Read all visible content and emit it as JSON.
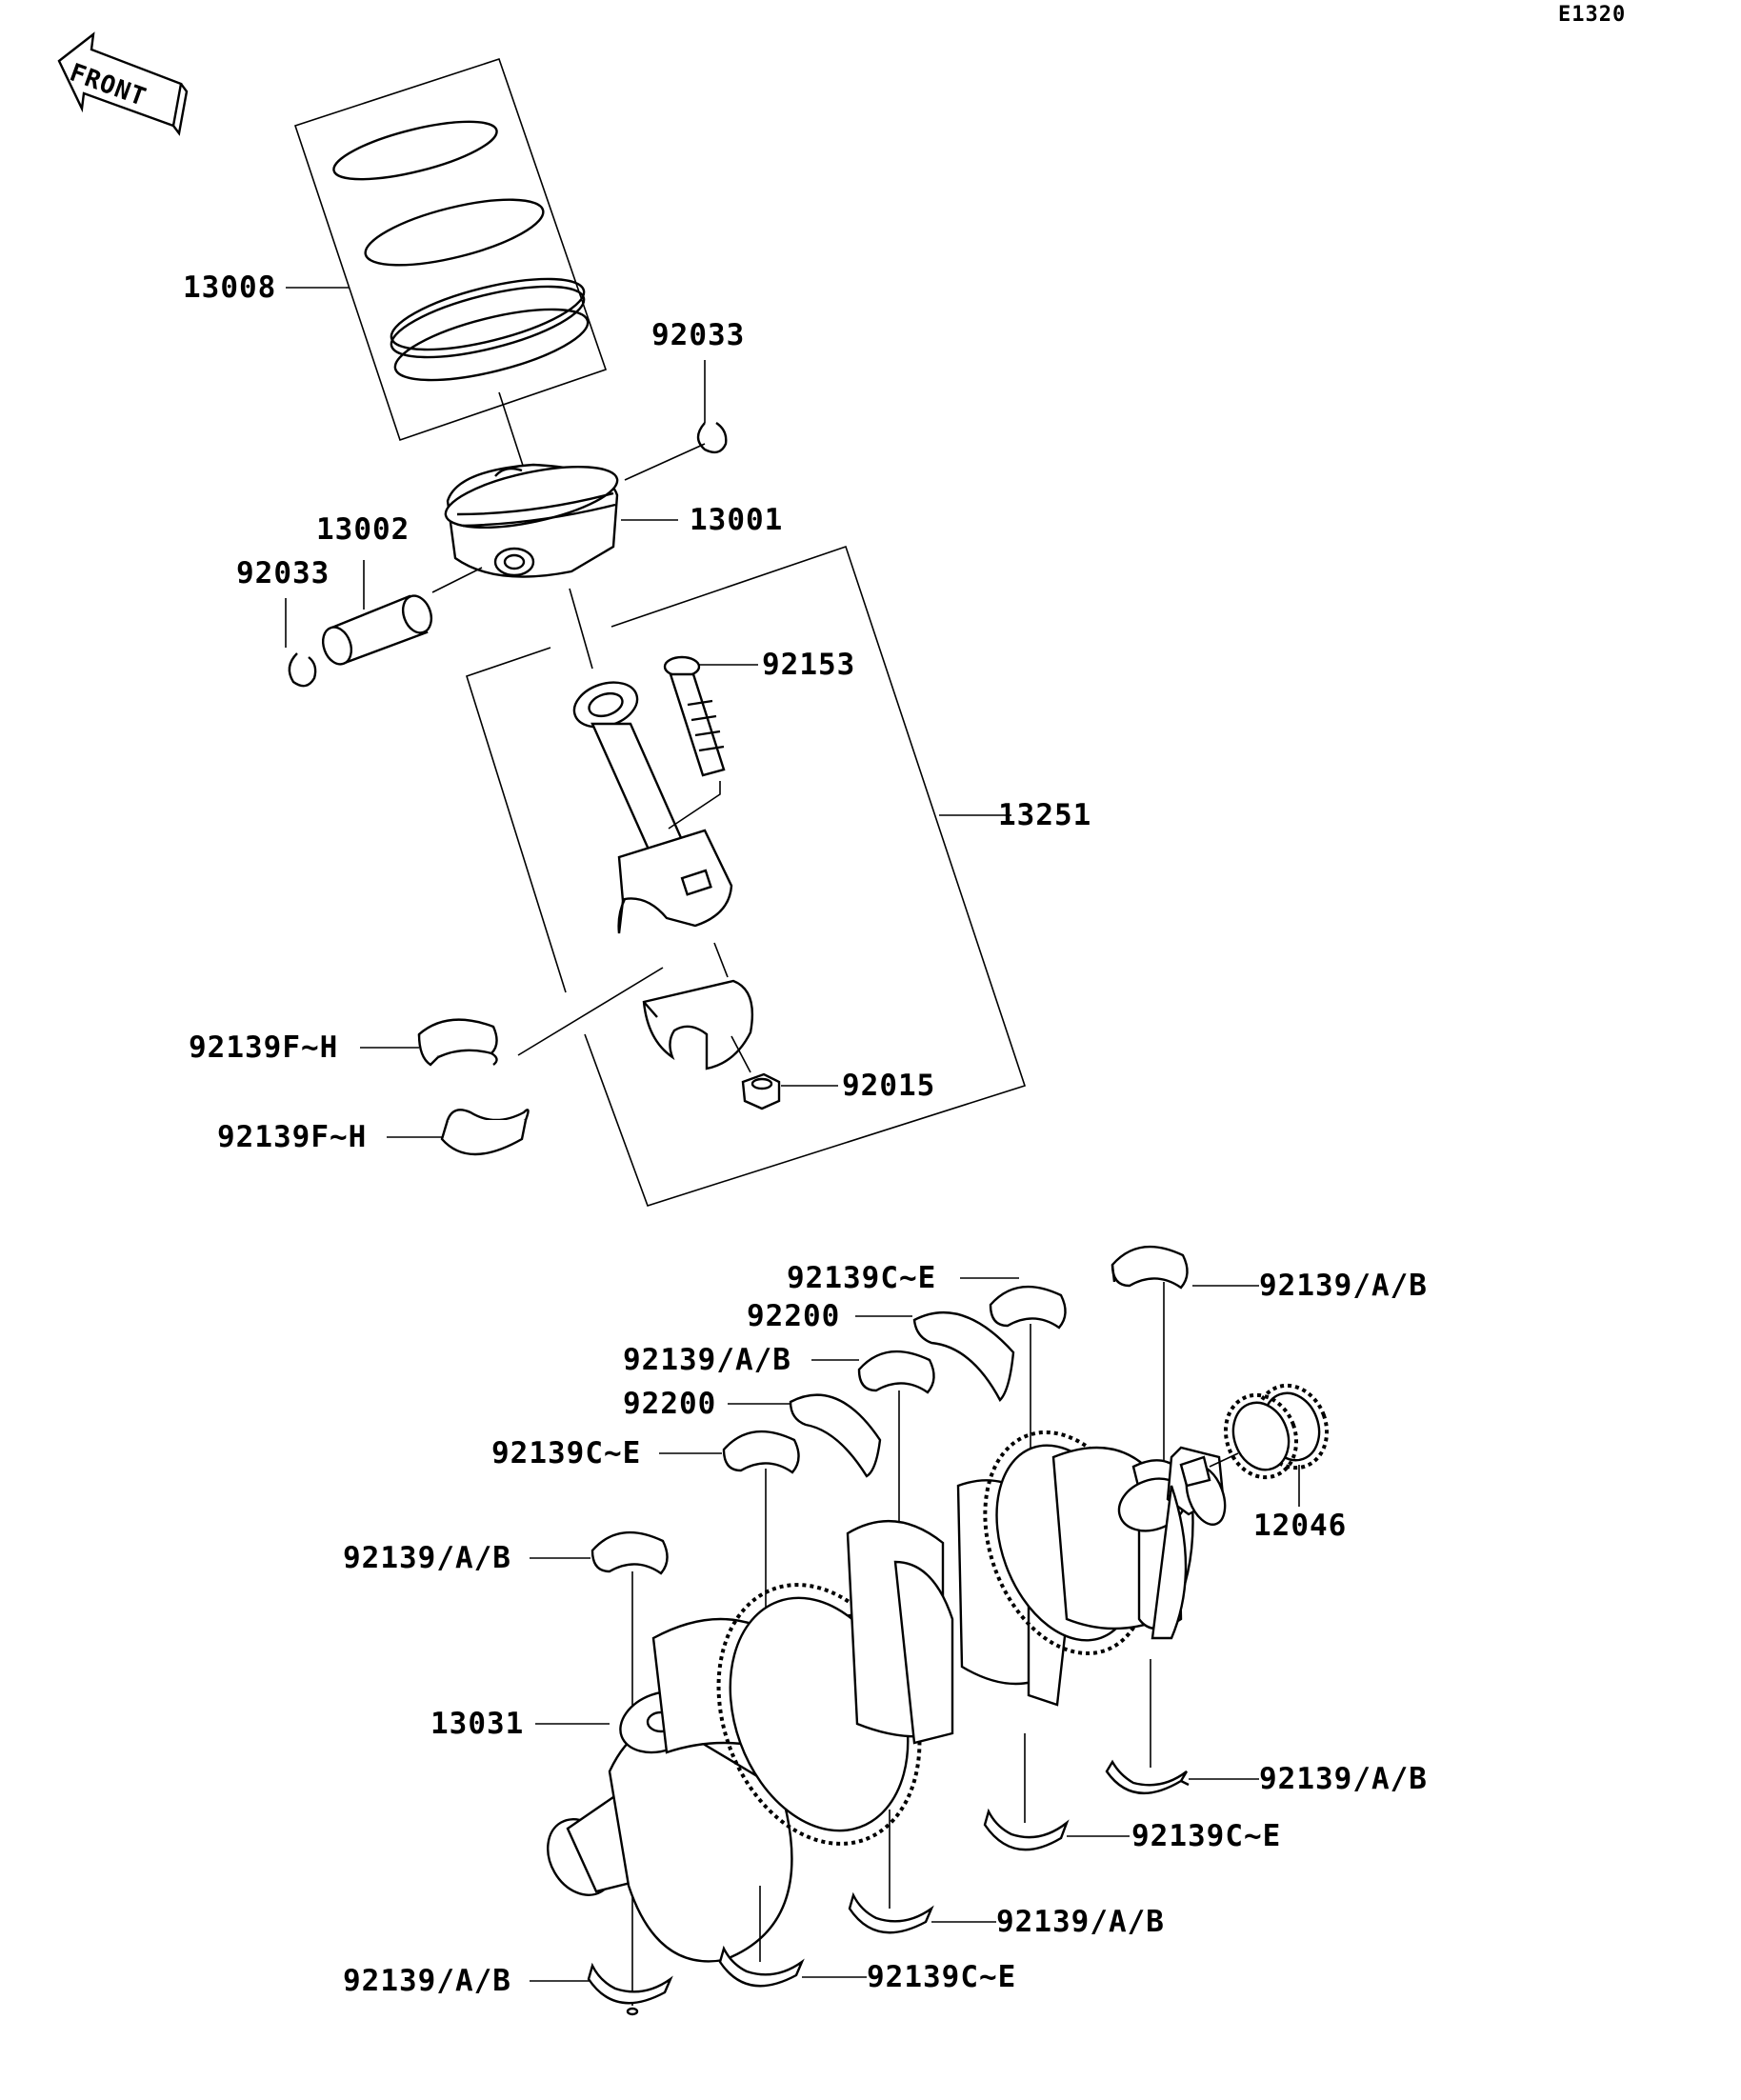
{
  "diagram_code": "E1320",
  "front_label": "FRONT",
  "labels": {
    "p13008": "13008",
    "p92033_top": "92033",
    "p13001": "13001",
    "p13002": "13002",
    "p92033_left": "92033",
    "p92153": "92153",
    "p13251": "13251",
    "p92139FH_1": "92139F~H",
    "p92139FH_2": "92139F~H",
    "p92015": "92015",
    "p92139CE_top": "92139C~E",
    "p92139AB_topright": "92139/A/B",
    "p92200_1": "92200",
    "p92139AB_mid": "92139/A/B",
    "p92200_2": "92200",
    "p92139CE_mid": "92139C~E",
    "p92139AB_left": "92139/A/B",
    "p12046": "12046",
    "p13031": "13031",
    "p92139AB_right": "92139/A/B",
    "p92139CE_right": "92139C~E",
    "p92139AB_bot_mid": "92139/A/B",
    "p92139AB_bot_left": "92139/A/B",
    "p92139CE_bot": "92139C~E"
  }
}
